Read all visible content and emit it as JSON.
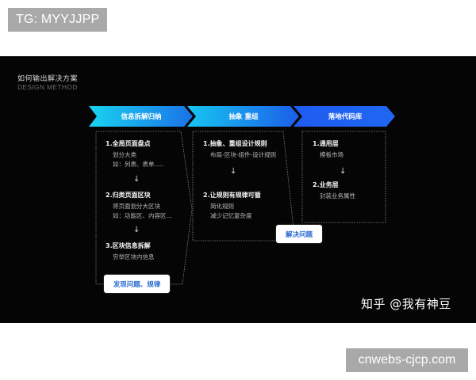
{
  "watermarks": {
    "top": "TG: MYYJJPP",
    "bottom": "cnwebs-cjcp.com"
  },
  "slide": {
    "title": "如何输出解决方案",
    "subtitle": "DESIGN METHOD",
    "colors": {
      "background": "#050505",
      "chevron_1_start": "#19d3f0",
      "chevron_1_end": "#1a72e8",
      "chevron_2_start": "#18c6f2",
      "chevron_2_end": "#1a5ee8",
      "chevron_3": "#1f63f0",
      "cta_text": "#2a6bd1"
    },
    "columns": [
      {
        "header": "信息拆解归纳",
        "steps": [
          {
            "title": "1.全局页面盘点",
            "lines": [
              "划分大类",
              "如：列表、表单....."
            ]
          },
          {
            "title": "2.归类页面区块",
            "lines": [
              "将页面划分大区块",
              "如：功能区、内容区..."
            ]
          },
          {
            "title": "3.区块信息拆解",
            "lines": [
              "穷举区块内信息"
            ]
          }
        ],
        "arrow": "↓",
        "cta": "发现问题、规律"
      },
      {
        "header": "抽象 重组",
        "steps": [
          {
            "title": "1.抽象、重组设计规则",
            "lines": [
              "布局-区块-组件-设计规则"
            ]
          },
          {
            "title": "2.让规则有规律可循",
            "lines": [
              "简化规则",
              "减少记忆复杂度"
            ]
          }
        ],
        "arrow": "↓",
        "cta": "解决问题"
      },
      {
        "header": "落地代码库",
        "steps": [
          {
            "title": "1.通用层",
            "lines": [
              "模板市场"
            ]
          },
          {
            "title": "2.业务层",
            "lines": [
              "封装业务属性"
            ]
          }
        ],
        "arrow": "↓"
      }
    ],
    "attribution": "知乎 @我有神豆"
  }
}
